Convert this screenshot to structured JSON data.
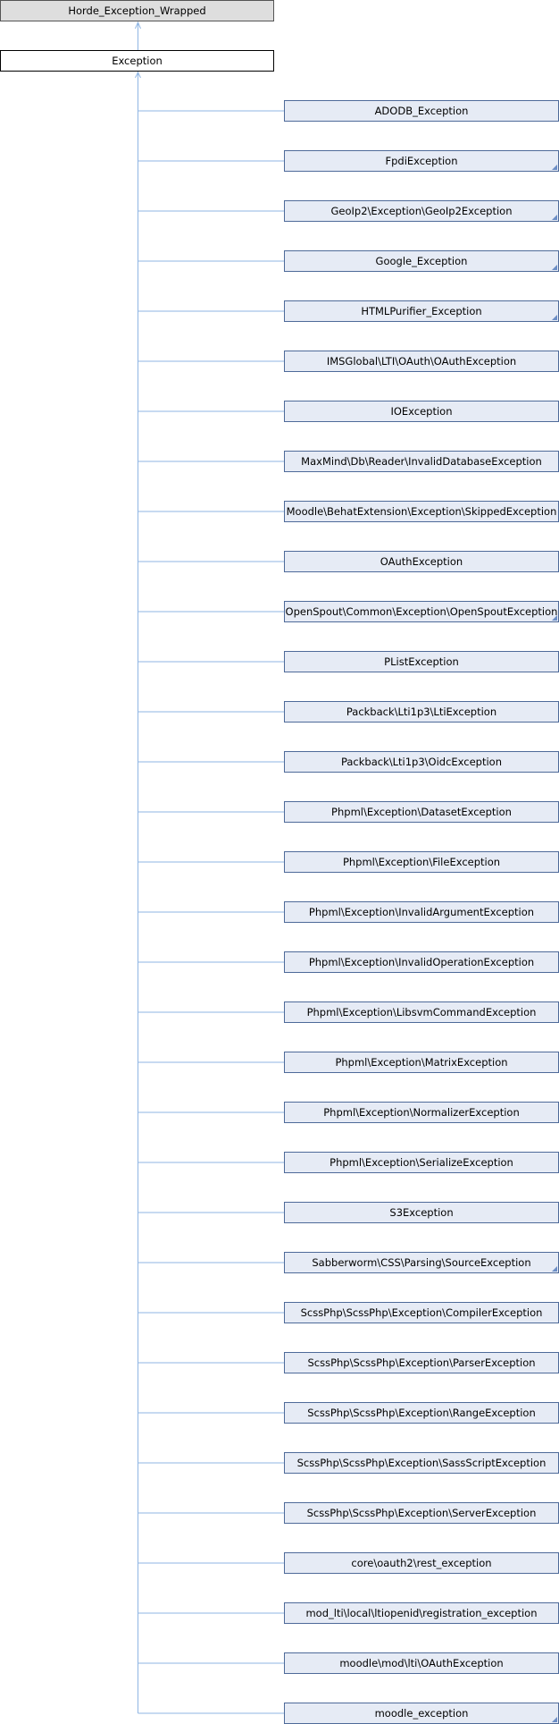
{
  "ancestor": "Horde_Exception_Wrapped",
  "base": "Exception",
  "children": [
    {
      "label": "ADODB_Exception",
      "more": false
    },
    {
      "label": "FpdiException",
      "more": true
    },
    {
      "label": "GeoIp2\\Exception\\GeoIp2Exception",
      "more": true
    },
    {
      "label": "Google_Exception",
      "more": true
    },
    {
      "label": "HTMLPurifier_Exception",
      "more": true
    },
    {
      "label": "IMSGlobal\\LTI\\OAuth\\OAuthException",
      "more": false
    },
    {
      "label": "IOException",
      "more": false
    },
    {
      "label": "MaxMind\\Db\\Reader\\InvalidDatabaseException",
      "more": false
    },
    {
      "label": "Moodle\\BehatExtension\\Exception\\SkippedException",
      "more": false
    },
    {
      "label": "OAuthException",
      "more": false
    },
    {
      "label": "OpenSpout\\Common\\Exception\\OpenSpoutException",
      "more": true
    },
    {
      "label": "PListException",
      "more": false
    },
    {
      "label": "Packback\\Lti1p3\\LtiException",
      "more": false
    },
    {
      "label": "Packback\\Lti1p3\\OidcException",
      "more": false
    },
    {
      "label": "Phpml\\Exception\\DatasetException",
      "more": false
    },
    {
      "label": "Phpml\\Exception\\FileException",
      "more": false
    },
    {
      "label": "Phpml\\Exception\\InvalidArgumentException",
      "more": false
    },
    {
      "label": "Phpml\\Exception\\InvalidOperationException",
      "more": false
    },
    {
      "label": "Phpml\\Exception\\LibsvmCommandException",
      "more": false
    },
    {
      "label": "Phpml\\Exception\\MatrixException",
      "more": false
    },
    {
      "label": "Phpml\\Exception\\NormalizerException",
      "more": false
    },
    {
      "label": "Phpml\\Exception\\SerializeException",
      "more": false
    },
    {
      "label": "S3Exception",
      "more": false
    },
    {
      "label": "Sabberworm\\CSS\\Parsing\\SourceException",
      "more": true
    },
    {
      "label": "ScssPhp\\ScssPhp\\Exception\\CompilerException",
      "more": false
    },
    {
      "label": "ScssPhp\\ScssPhp\\Exception\\ParserException",
      "more": false
    },
    {
      "label": "ScssPhp\\ScssPhp\\Exception\\RangeException",
      "more": false
    },
    {
      "label": "ScssPhp\\ScssPhp\\Exception\\SassScriptException",
      "more": false
    },
    {
      "label": "ScssPhp\\ScssPhp\\Exception\\ServerException",
      "more": false
    },
    {
      "label": "core\\oauth2\\rest_exception",
      "more": false
    },
    {
      "label": "mod_lti\\local\\ltiopenid\\registration_exception",
      "more": false
    },
    {
      "label": "moodle\\mod\\lti\\OAuthException",
      "more": false
    },
    {
      "label": "moodle_exception",
      "more": true
    }
  ],
  "colors": {
    "edge": "#8fb5e3",
    "box_fill": "#e6ebf5",
    "box_border": "#4e6a99",
    "ancestor_fill": "#dedede",
    "base_fill": "#ffffff"
  }
}
